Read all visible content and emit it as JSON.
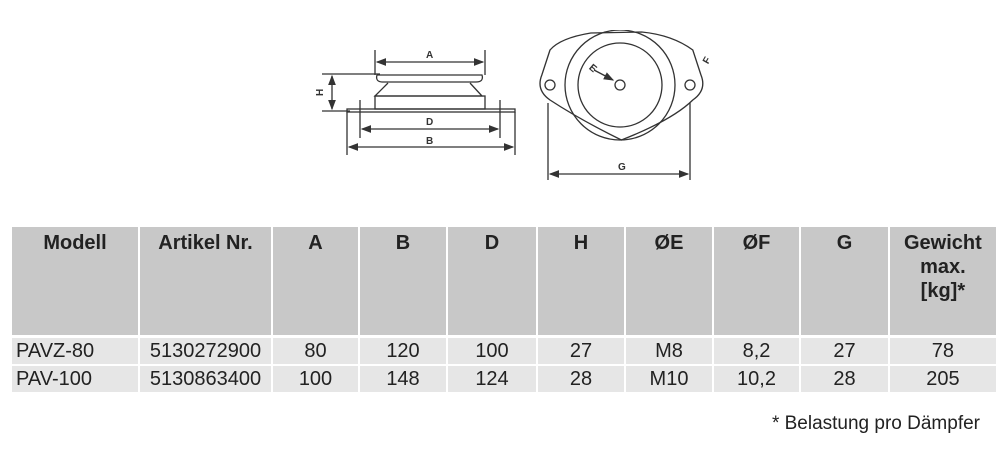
{
  "diagram": {
    "labels": {
      "A": "A",
      "B": "B",
      "D": "D",
      "H": "H",
      "E": "E",
      "F": "F",
      "G": "G"
    }
  },
  "table": {
    "headers": [
      "Modell",
      "Artikel Nr.",
      "A",
      "B",
      "D",
      "H",
      "ØE",
      "ØF",
      "G",
      "Gewicht max. [kg]*"
    ],
    "rows": [
      [
        "PAVZ-80",
        "5130272900",
        "80",
        "120",
        "100",
        "27",
        "M8",
        "8,2",
        "27",
        "78"
      ],
      [
        "PAV-100",
        "5130863400",
        "100",
        "148",
        "124",
        "28",
        "M10",
        "10,2",
        "28",
        "205"
      ]
    ]
  },
  "footnote": "* Belastung pro Dämpfer"
}
